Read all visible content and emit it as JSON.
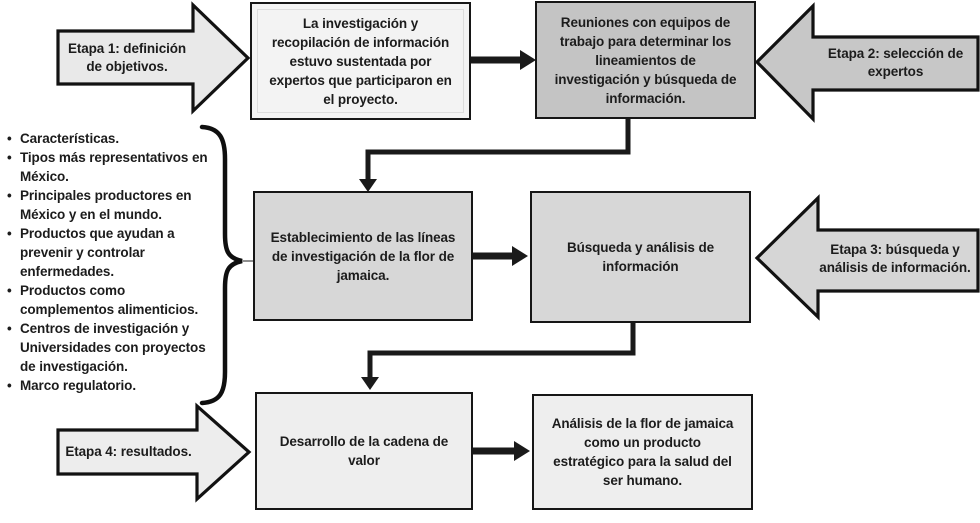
{
  "diagram": {
    "title_semantic": "Methodology flowchart for hibiscus (flor de jamaica) research project",
    "stages": [
      {
        "id": "stage1",
        "label": "Etapa 1: definición\nde objetivos.",
        "direction": "right",
        "fill": "#e9e9e9"
      },
      {
        "id": "stage2",
        "label": "Etapa 2: selección de\nexpertos",
        "direction": "left",
        "fill": "#c7c7c7"
      },
      {
        "id": "stage3",
        "label": "Etapa 3: búsqueda y\nanálisis de información.",
        "direction": "left",
        "fill": "#d6d6d6"
      },
      {
        "id": "stage4",
        "label": "Etapa 4: resultados.",
        "direction": "right",
        "fill": "#ededed"
      }
    ],
    "boxes": [
      {
        "id": "box1",
        "text": "La investigación y\nrecopilación de información\nestuvo sustentada por\nexpertos que participaron en\nel proyecto.",
        "fill": "#f3f3f3"
      },
      {
        "id": "box2",
        "text": "Reuniones con equipos de\ntrabajo para determinar los\nlineamientos de\ninvestigación y búsqueda de\ninformación.",
        "fill": "#c4c4c4"
      },
      {
        "id": "box3",
        "text": "Establecimiento de las líneas\nde investigación de la flor de\njamaica.",
        "fill": "#d7d7d7"
      },
      {
        "id": "box4",
        "text": "Búsqueda y análisis de\ninformación",
        "fill": "#d7d7d7"
      },
      {
        "id": "box5",
        "text": "Desarrollo de la cadena de\nvalor",
        "fill": "#eeeeee"
      },
      {
        "id": "box6",
        "text": "Análisis de la flor de jamaica\ncomo un producto\nestratégico para la salud del\nser humano.",
        "fill": "#eeeeee"
      }
    ],
    "bullets": {
      "marker": "•",
      "items": [
        "Características.",
        "Tipos más representativos en México.",
        "Principales productores en México y en el  mundo.",
        "Productos que ayudan a prevenir y controlar enfermedades.",
        "Productos como complementos alimenticios.",
        "Centros de investigación y Universidades con proyectos de investigación.",
        "Marco regulatorio."
      ]
    },
    "colors": {
      "outline": "#161616",
      "text": "#1c1c1c",
      "connector": "#1a1a1a",
      "brace": "#0f0f0f",
      "background": "#ffffff"
    }
  }
}
